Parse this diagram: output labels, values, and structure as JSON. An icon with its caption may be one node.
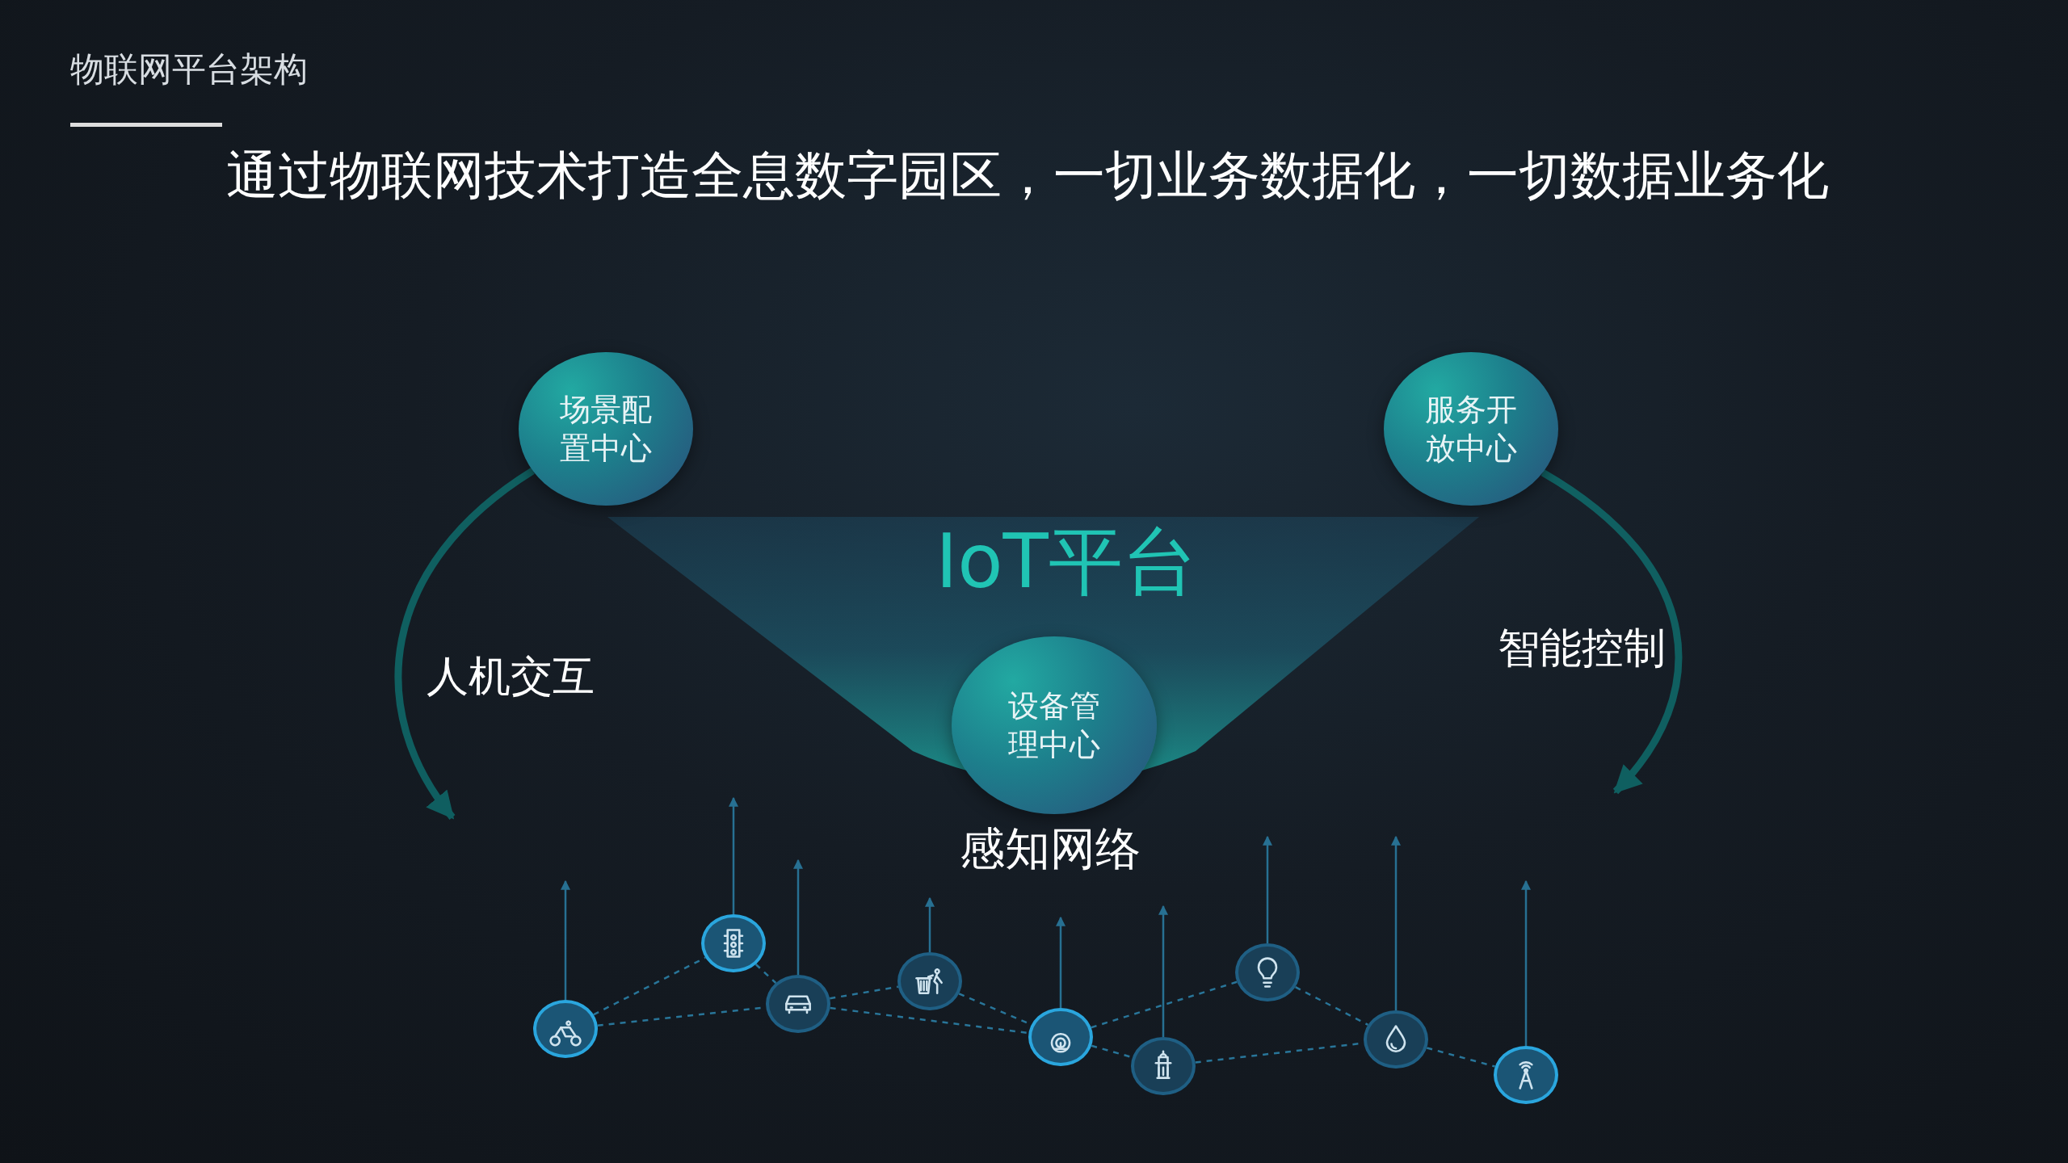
{
  "diagram": {
    "title": "物联网平台架构",
    "nodes": [
      {
        "text": [
          "场景配置中心"
        ]
      },
      {
        "text": [
          "服务开放中心"
        ]
      },
      {
        "text": [
          "IoT平台"
        ]
      },
      {
        "text": [
          "设备管理中心"
        ],
        "in": 2
      },
      {
        "text": [],
        "shape": "circle"
      },
      {
        "text": [],
        "shape": "circle"
      },
      {
        "text": [],
        "shape": "circle"
      },
      {
        "text": [],
        "shape": "circle"
      },
      {
        "text": [],
        "shape": "circle"
      },
      {
        "text": [],
        "shape": "circle"
      },
      {
        "text": [],
        "shape": "circle"
      },
      {
        "text": [],
        "shape": "circle"
      },
      {
        "text": [],
        "shape": "circle"
      }
    ],
    "edges": [
      {
        "from": 0,
        "to": null,
        "arrow": "to",
        "label": "人机交互",
        "style": "thick",
        "color": "#0f6b6b"
      },
      {
        "from": 1,
        "to": null,
        "arrow": "to",
        "label": "智能控制",
        "style": "thick",
        "color": "#0f6b6b"
      },
      {
        "from": 4,
        "to": null,
        "arrow": "to"
      },
      {
        "from": 5,
        "to": null,
        "arrow": "to"
      },
      {
        "from": 6,
        "to": null,
        "arrow": "to"
      },
      {
        "from": 7,
        "to": null,
        "arrow": "to"
      },
      {
        "from": 8,
        "to": null,
        "arrow": "to"
      },
      {
        "from": 9,
        "to": null,
        "arrow": "to"
      },
      {
        "from": 10,
        "to": null,
        "arrow": "to"
      },
      {
        "from": 11,
        "to": null,
        "arrow": "to"
      },
      {
        "from": 12,
        "to": null,
        "arrow": "to"
      },
      {
        "from": 4,
        "to": 5,
        "arrow": "none",
        "style": "dashed"
      },
      {
        "from": 5,
        "to": 6,
        "arrow": "none",
        "style": "dashed"
      },
      {
        "from": 4,
        "to": 6,
        "arrow": "none",
        "style": "dashed"
      },
      {
        "from": 6,
        "to": 7,
        "arrow": "none",
        "style": "dashed"
      },
      {
        "from": 6,
        "to": 8,
        "arrow": "none",
        "style": "dashed"
      },
      {
        "from": 7,
        "to": 8,
        "arrow": "none",
        "style": "dashed"
      },
      {
        "from": 8,
        "to": 10,
        "arrow": "none",
        "style": "dashed"
      },
      {
        "from": 8,
        "to": 9,
        "arrow": "none",
        "style": "dashed"
      },
      {
        "from": 9,
        "to": 11,
        "arrow": "none",
        "style": "dashed"
      },
      {
        "from": 10,
        "to": 11,
        "arrow": "none",
        "style": "dashed"
      },
      {
        "from": 11,
        "to": 12,
        "arrow": "none",
        "style": "dashed"
      }
    ],
    "labels": [
      "通过物联网技术打造全息数字园区，一切业务数据化，一切数据业务化",
      "感知网络"
    ]
  }
}
